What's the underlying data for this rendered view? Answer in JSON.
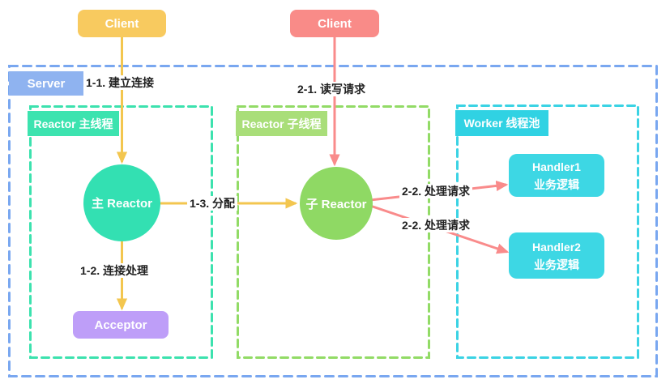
{
  "clients": [
    {
      "label": "Client",
      "color": "#F8CA5F"
    },
    {
      "label": "Client",
      "color": "#F98B88"
    }
  ],
  "server": {
    "label": "Server",
    "border_color": "#79A7F0",
    "label_bg": "#8FB3F0"
  },
  "groups": [
    {
      "label": "Reactor 主线程",
      "border_color": "#3CE2AE",
      "label_bg": "#3CE3AF"
    },
    {
      "label": "Reactor 子线程",
      "border_color": "#92DB66",
      "label_bg": "#A9DE79"
    },
    {
      "label": "Worker 线程池",
      "border_color": "#3BD3E4",
      "label_bg": "#30D2E3"
    }
  ],
  "nodes": {
    "main_reactor": {
      "label": "主 Reactor",
      "color": "#33E0B2"
    },
    "sub_reactor": {
      "label": "子 Reactor",
      "color": "#8FD964"
    },
    "acceptor": {
      "label": "Acceptor",
      "color": "#BE9EF8"
    },
    "handler1": {
      "title": "Handler1",
      "subtitle": "业务逻辑",
      "color": "#3DD7E4"
    },
    "handler2": {
      "title": "Handler2",
      "subtitle": "业务逻辑",
      "color": "#3DD7E4"
    }
  },
  "edges": {
    "establish": {
      "label": "1-1. 建立连接",
      "color": "#F3C64F"
    },
    "rw_request": {
      "label": "2-1. 读写请求",
      "color": "#F98B8B"
    },
    "dispatch": {
      "label": "1-3. 分配",
      "color": "#F3C64F"
    },
    "conn_handle": {
      "label": "1-2. 连接处理",
      "color": "#F3C64F"
    },
    "handle_req_1": {
      "label": "2-2. 处理请求",
      "color": "#F98B8B"
    },
    "handle_req_2": {
      "label": "2-2. 处理请求",
      "color": "#F98B8B"
    }
  }
}
